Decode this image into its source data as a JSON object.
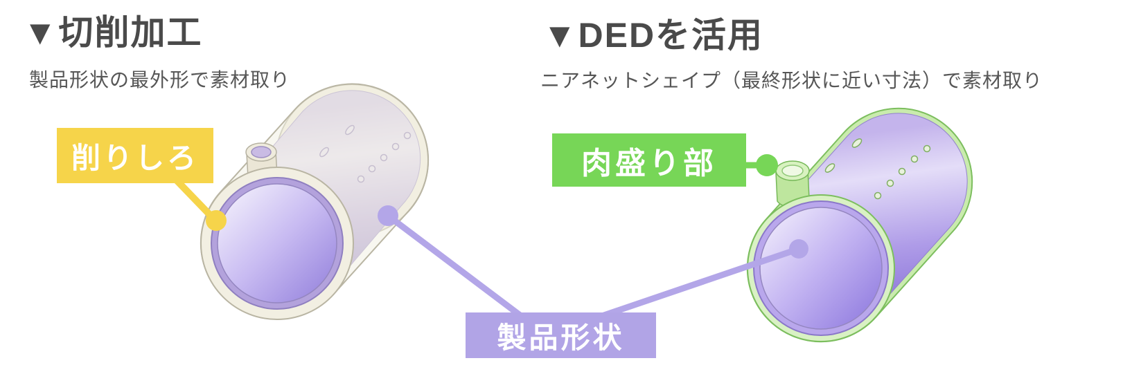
{
  "page": {
    "background_color": "#ffffff"
  },
  "left_section": {
    "title": "▼切削加工",
    "subtitle": "製品形状の最外形で素材取り",
    "callout_label": "削りしろ",
    "callout_color": "#f6d44a"
  },
  "right_section": {
    "title": "▼DEDを活用",
    "subtitle": "ニアネットシェイプ（最終形状に近い寸法）で素材取り",
    "callout_label": "肉盛り部",
    "callout_color": "#77d657"
  },
  "shared": {
    "callout_label": "製品形状",
    "callout_color": "#b1a4e6"
  },
  "colors": {
    "title_text": "#4a4a4a",
    "subtitle_text": "#565656",
    "callout_text": "#ffffff",
    "stock_material_cream": "#f2efe2",
    "product_purple": "#b5a3e8",
    "cladding_green": "#cdedb2"
  }
}
